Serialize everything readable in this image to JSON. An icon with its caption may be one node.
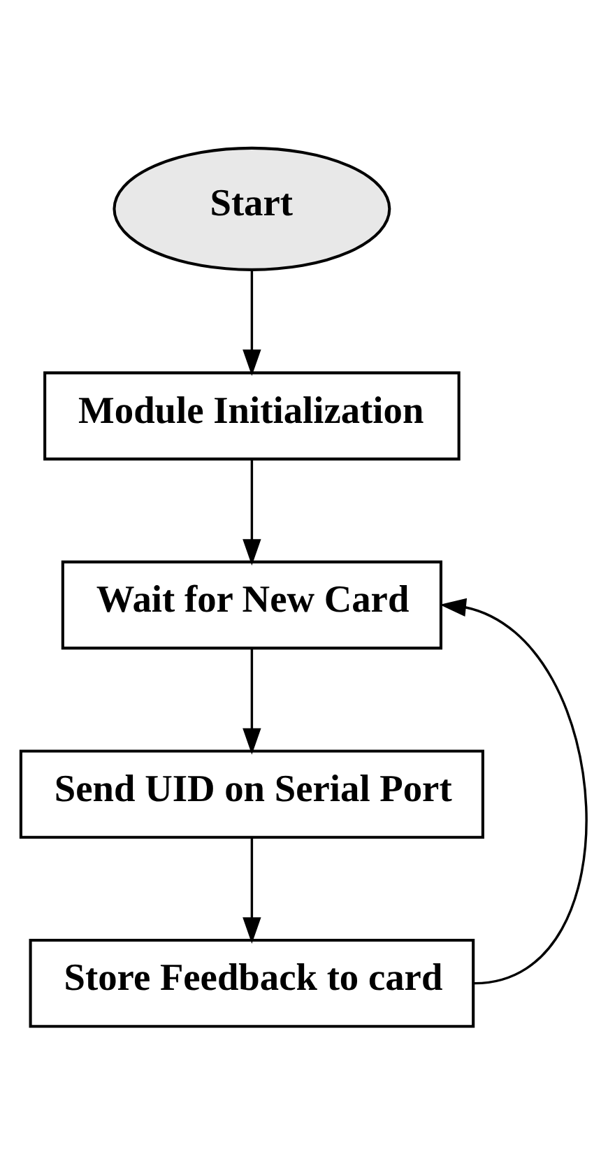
{
  "diagram": {
    "nodes": [
      {
        "text": [
          "Start"
        ]
      },
      {
        "text": [
          "Module Initialization"
        ]
      },
      {
        "text": [
          "Wait for New Card"
        ]
      },
      {
        "text": [
          "Send UID on Serial Port"
        ]
      },
      {
        "text": [
          "Store Feedback to card"
        ]
      }
    ],
    "edges": [
      {
        "from": 0,
        "to": 1,
        "arrow": "to"
      },
      {
        "from": 1,
        "to": 2,
        "arrow": "to"
      },
      {
        "from": 2,
        "to": 3,
        "arrow": "to"
      },
      {
        "from": 3,
        "to": 4,
        "arrow": "to"
      },
      {
        "from": 4,
        "to": 2,
        "arrow": "to"
      }
    ]
  }
}
